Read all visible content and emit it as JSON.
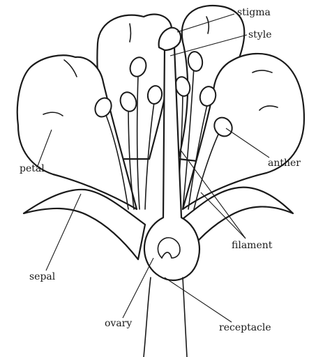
{
  "labels": {
    "stigma": "stigma",
    "style": "style",
    "anther": "anther",
    "petal": "petal",
    "filament": "filament",
    "sepal": "sepal",
    "ovary": "ovary",
    "receptacle": "receptacle"
  }
}
